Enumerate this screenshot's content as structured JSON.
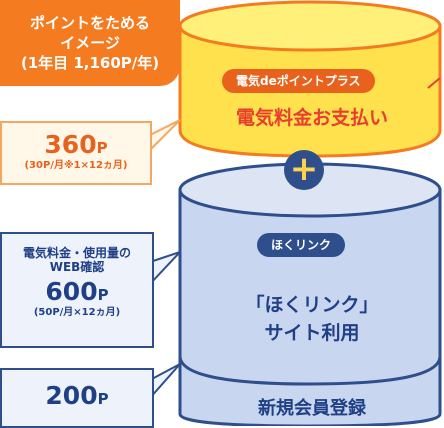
{
  "title": {
    "line1": "ポイントをためる",
    "line2": "イメージ",
    "line3": "(1年目 1,160P/年)"
  },
  "electric": {
    "points": "360",
    "unit": "P",
    "note": "(30P/月※1×12ヵ月)",
    "pill": "電気deポイントプラス",
    "label": "電気料金お支払い"
  },
  "hoku": {
    "head1": "電気料金・使用量の",
    "head2": "WEB確認",
    "points": "600",
    "unit": "P",
    "note": "(50P/月×12ヵ月)",
    "pill": "ほくリンク",
    "label1": "「ほくリンク」",
    "label2": "サイト利用"
  },
  "signup": {
    "points": "200",
    "unit": "P",
    "label": "新規会員登録"
  },
  "plus_symbol": "+",
  "colors": {
    "orange": "#f47b20",
    "yellow": "#ffe04d",
    "navy": "#2e4f8c",
    "light_blue": "#c9d6ef",
    "red": "#e83e2f"
  }
}
